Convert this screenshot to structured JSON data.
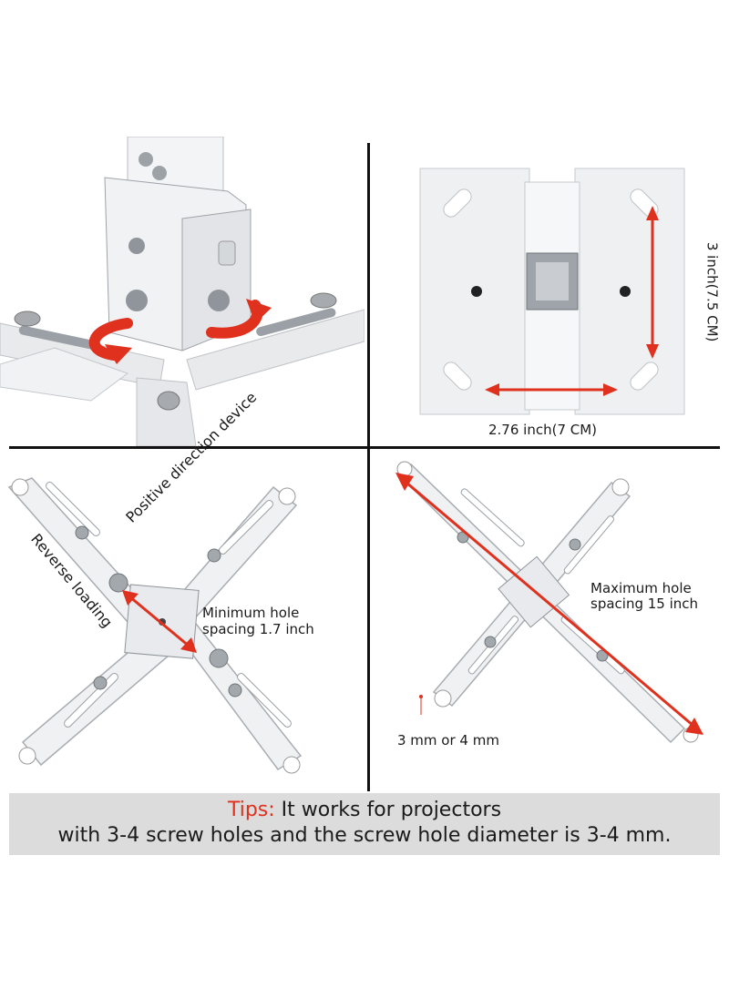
{
  "panels": {
    "top_right": {
      "height_label": "3 inch(7.5 CM)",
      "width_label": "2.76 inch(7 CM)"
    },
    "bottom_left": {
      "positive_label": "Positive direction device",
      "reverse_label": "Reverse loading",
      "min_hole_label_line1": "Minimum hole",
      "min_hole_label_line2": "spacing 1.7 inch"
    },
    "bottom_right": {
      "max_hole_label_line1": "Maximum hole",
      "max_hole_label_line2": "spacing 15 inch",
      "screw_size_label": "3 mm or 4 mm"
    }
  },
  "tips": {
    "prefix": "Tips:",
    "line1": " It works for projectors",
    "line2": "with 3-4 screw holes  and the screw hole diameter is 3-4 mm."
  },
  "colors": {
    "accent_red": "#e0301e",
    "divider": "#111111",
    "tips_background": "#dcdcdc"
  }
}
